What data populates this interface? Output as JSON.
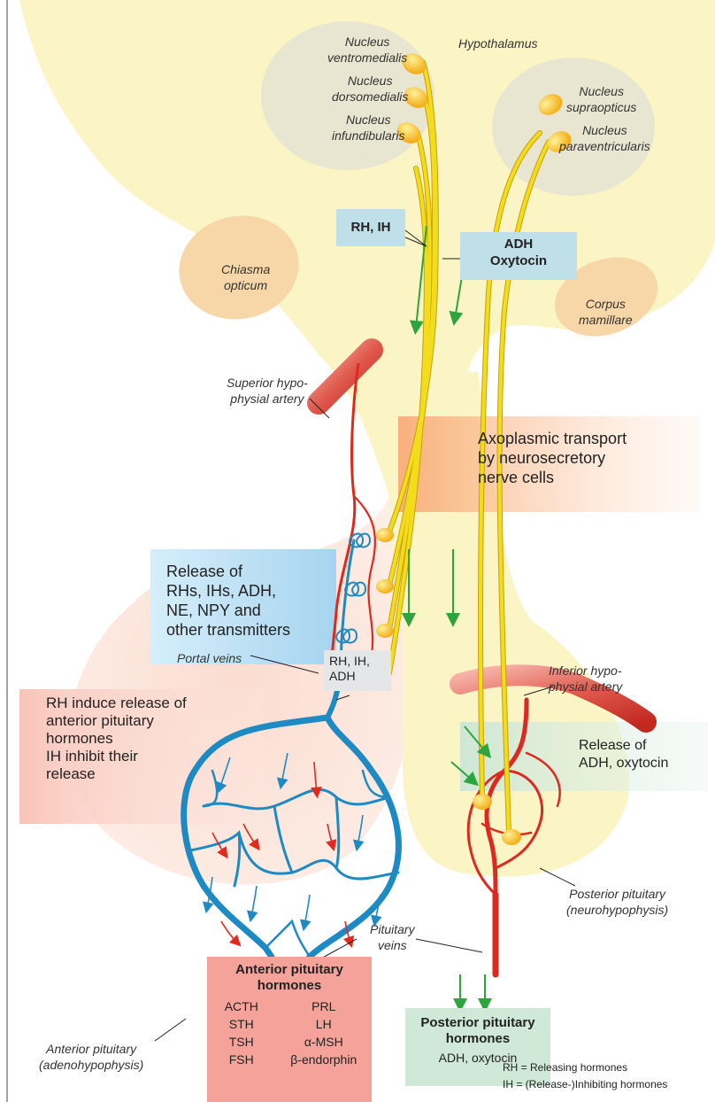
{
  "labels": {
    "n_ventromedialis": [
      "Nucleus",
      "ventromedialis"
    ],
    "n_dorsomedialis": [
      "Nucleus",
      "dorsomedialis"
    ],
    "n_infundibularis": [
      "Nucleus",
      "infundibularis"
    ],
    "hypothalamus": "Hypothalamus",
    "n_supraopticus": [
      "Nucleus",
      "supraopticus"
    ],
    "n_paraventricularis": [
      "Nucleus",
      "paraventricularis"
    ],
    "chiasma": [
      "Chiasma",
      "opticum"
    ],
    "corpus": [
      "Corpus",
      "mamillare"
    ],
    "sup_artery": [
      "Superior hypo-",
      "physial artery"
    ],
    "inf_artery": [
      "Inferior hypo-",
      "physial artery"
    ],
    "portal_veins": "Portal veins",
    "pituitary_veins": [
      "Pituitary",
      "veins"
    ],
    "anterior_pituitary": [
      "Anterior pituitary",
      "(adenohypophysis)"
    ],
    "posterior_pituitary": [
      "Posterior pituitary",
      "(neurohypophysis)"
    ]
  },
  "boxes": {
    "rh_ih": "RH, IH",
    "adh_oxytocin": [
      "ADH",
      "Oxytocin"
    ],
    "axoplasmic": [
      "Axoplasmic transport",
      "by neurosecretory",
      "nerve cells"
    ],
    "release_rhs": [
      "Release of",
      "RHs, IHs, ADH,",
      "NE, NPY and",
      "other transmitters"
    ],
    "rh_ih_adh": [
      "RH, IH,",
      "ADH"
    ],
    "rh_induce": [
      "RH induce release of",
      "anterior pituitary",
      "hormones",
      "IH inhibit their",
      "release"
    ],
    "release_adh": [
      "Release of",
      "ADH, oxytocin"
    ]
  },
  "anterior_hormones": {
    "title": [
      "Anterior pituitary",
      "hormones"
    ],
    "rows": [
      [
        "ACTH",
        "PRL"
      ],
      [
        "STH",
        "LH"
      ],
      [
        "TSH",
        "α-MSH"
      ],
      [
        "FSH",
        "β-endorphin"
      ]
    ]
  },
  "posterior_hormones": {
    "title": [
      "Posterior pituitary",
      "hormones"
    ],
    "list": "ADH, oxytocin"
  },
  "legend": [
    "RH = Releasing hormones",
    "IH  =  (Release-)Inhibiting hormones"
  ],
  "colors": {
    "hypothalamus_fill": "#fbf4c4",
    "nucleus_fill": "#e6e3d2",
    "axon": "#f3dc1c",
    "soma": "#f7bf1d",
    "portal_vein": "#1e8ac4",
    "artery": "#de2a1e",
    "arrow_green": "#2ea43e",
    "anterior_fill": "#fbe2d8",
    "rh_ih_box": "#bfe0e8"
  }
}
